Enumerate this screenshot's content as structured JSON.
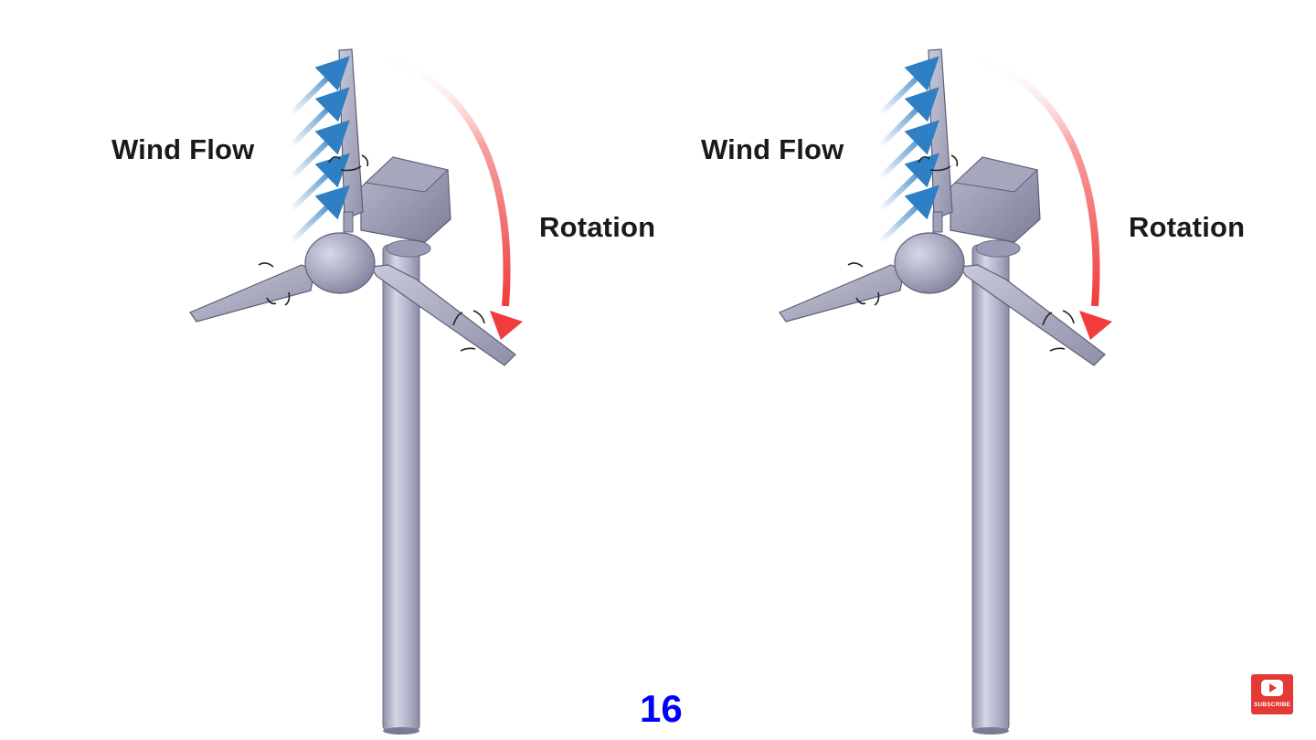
{
  "panels": [
    {
      "wind_label": "Wind Flow",
      "rotation_label": "Rotation"
    },
    {
      "wind_label": "Wind Flow",
      "rotation_label": "Rotation"
    }
  ],
  "page_number": "16",
  "subscribe_badge": {
    "text": "SUBSCRIBE",
    "icon": "play-icon",
    "color": "#e53935"
  },
  "colors": {
    "wind_arrow": "#2f7fc4",
    "rotation_arrow": "#f03c3c",
    "turbine_body": "#a9a9c2",
    "page_number": "#0000ff"
  }
}
